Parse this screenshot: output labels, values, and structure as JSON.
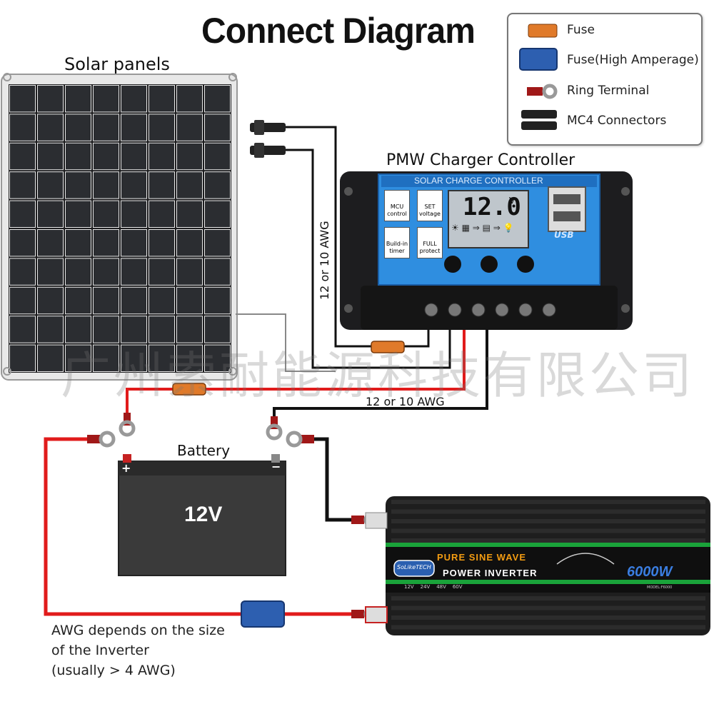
{
  "title": "Connect Diagram",
  "legend": {
    "items": [
      {
        "label": "Fuse"
      },
      {
        "label": "Fuse(High Amperage)"
      },
      {
        "label": "Ring Terminal"
      },
      {
        "label": "MC4 Connectors"
      }
    ]
  },
  "labels": {
    "solar_panels": "Solar panels",
    "controller": "PMW Charger Controller",
    "battery": "Battery",
    "awg_vertical": "12 or 10 AWG",
    "awg_horizontal": "12 or 10 AWG"
  },
  "controller": {
    "header": "SOLAR CHARGE CONTROLLER",
    "display": "12.0",
    "unit": "V",
    "icons": [
      {
        "line1": "MCU",
        "line2": "control"
      },
      {
        "line1": "SET",
        "line2": "voltage"
      },
      {
        "line1": "Build-in",
        "line2": "timer"
      },
      {
        "line1": "FULL",
        "line2": "protect"
      }
    ],
    "usb": "USB"
  },
  "battery": {
    "voltage": "12V",
    "plus": "+",
    "minus": "−"
  },
  "inverter": {
    "brand": "SoLikeTECH",
    "line1": "PURE SINE WAVE",
    "line2": "POWER INVERTER",
    "power": "6000W",
    "voltages": [
      "12V",
      "24V",
      "48V",
      "60V"
    ],
    "model": "MODEL:F6000"
  },
  "note": {
    "line1": "AWG depends on the size",
    "line2": "of the Inverter",
    "line3": "(usually  > 4 AWG)"
  },
  "watermark": "广州索耐能源科技有限公司",
  "colors": {
    "positive_wire": "#e11b1b",
    "negative_wire": "#111111",
    "fuse": "#e07a2a",
    "high_amp_fuse": "#2d5fb0",
    "controller_panel": "#2f8ee0",
    "inverter_accent": "#f39c12"
  }
}
